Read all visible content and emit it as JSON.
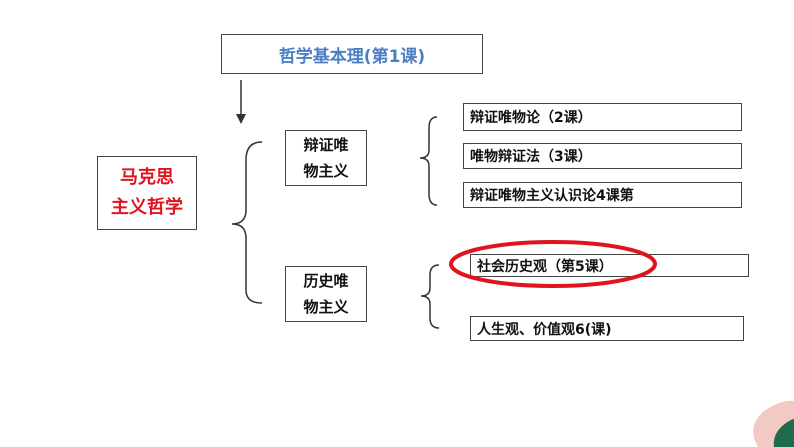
{
  "title": "哲学基本理(第1课)",
  "root": {
    "line1": "马克思",
    "line2": "主义哲学"
  },
  "branches": [
    {
      "line1": "辩证唯",
      "line2": "物主义",
      "leaves": [
        "辩证唯物论（2课）",
        "唯物辩证法（3课）",
        "辩证唯物主义认识论4课第"
      ]
    },
    {
      "line1": "历史唯",
      "line2": "物主义",
      "leaves": [
        "社会历史观（第5课）",
        "人生观、价值观6(课)"
      ]
    }
  ],
  "colors": {
    "title_text": "#4a7fc6",
    "root_text": "#e0141e",
    "highlight_ellipse": "#e0141e",
    "leaf_decor_pink": "#f2c9c3",
    "leaf_decor_green": "#1f6b4e"
  },
  "highlighted_leaf": "社会历史观（第5课）"
}
